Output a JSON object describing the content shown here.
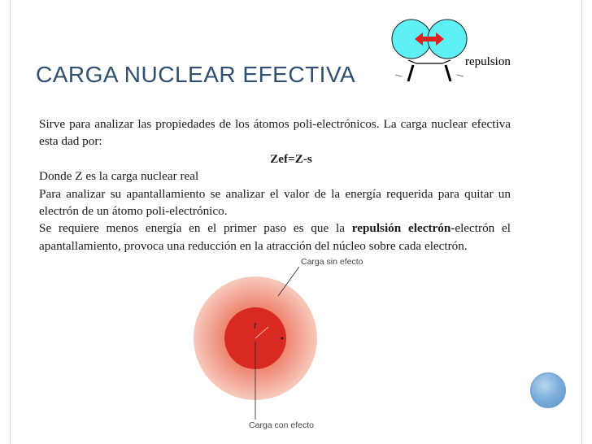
{
  "slide": {
    "title": "CARGA NUCLEAR EFECTIVA",
    "image_label": "repulsion",
    "paragraph1": "Sirve para analizar las propiedades de los átomos poli-electrónicos. La carga nuclear efectiva esta dad por:",
    "formula": "Zef=Z-s",
    "paragraph2": "Donde Z es la carga nuclear real",
    "paragraph3": "Para analizar su apantallamiento se analizar el valor de la energía requerida para quitar un electrón de un átomo poli-electrónico.",
    "paragraph4_before": "Se requiere menos energía en el primer paso es que la ",
    "paragraph4_bold": "repulsión electrón-",
    "paragraph4_after": "electrón el apantallamiento, provoca una reducción en la atracción del núcleo sobre cada electrón."
  },
  "diagram": {
    "label_top": "Carga sin efecto",
    "label_bottom": "Carga con efecto",
    "radius_label": "r"
  },
  "colors": {
    "title": "#31506f",
    "frame": "#cfd6df",
    "electron_cloud": "#5ff0f5",
    "arrow": "#e0201e",
    "outer_charge": "#f4b7a8",
    "inner_charge": "#d92a22",
    "nav_button": "#7fb0dc"
  }
}
